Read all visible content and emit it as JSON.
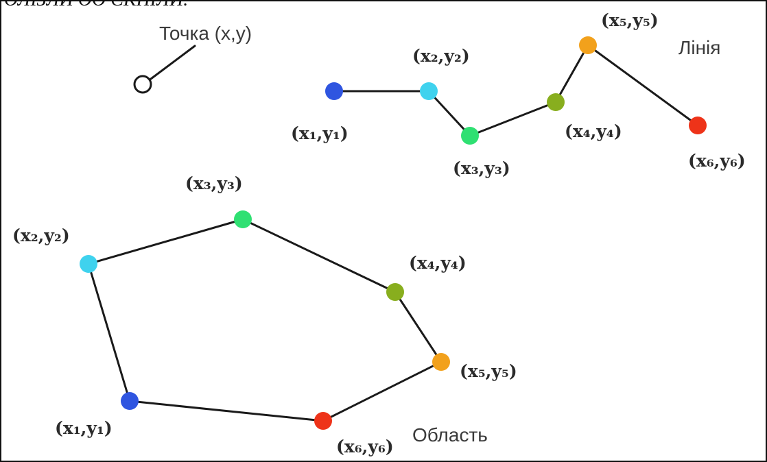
{
  "top_cut_text": "ОЛІЗЛИ ОО СКПІЛИ.",
  "point": {
    "label": "Точка (x,y)",
    "fill_color": "#ffffff",
    "stroke_color": "#1a1a1a"
  },
  "line": {
    "label": "Лінія",
    "vertices": [
      {
        "label": "(x₁,y₁)",
        "color": "#2f55e0"
      },
      {
        "label": "(x₂,y₂)",
        "color": "#3fd2ee"
      },
      {
        "label": "(x₃,y₃)",
        "color": "#2fe072"
      },
      {
        "label": "(x₄,y₄)",
        "color": "#88ae1e"
      },
      {
        "label": "(x₅,y₅)",
        "color": "#f2a11c"
      },
      {
        "label": "(x₆,y₆)",
        "color": "#ee3319"
      }
    ]
  },
  "area": {
    "label": "Область",
    "vertices": [
      {
        "label": "(x₁,y₁)",
        "color": "#2f55e0"
      },
      {
        "label": "(x₂,y₂)",
        "color": "#3fd2ee"
      },
      {
        "label": "(x₃,y₃)",
        "color": "#2fe072"
      },
      {
        "label": "(x₄,y₄)",
        "color": "#88ae1e"
      },
      {
        "label": "(x₅,y₅)",
        "color": "#f2a11c"
      },
      {
        "label": "(x₆,y₆)",
        "color": "#ee3319"
      }
    ]
  }
}
